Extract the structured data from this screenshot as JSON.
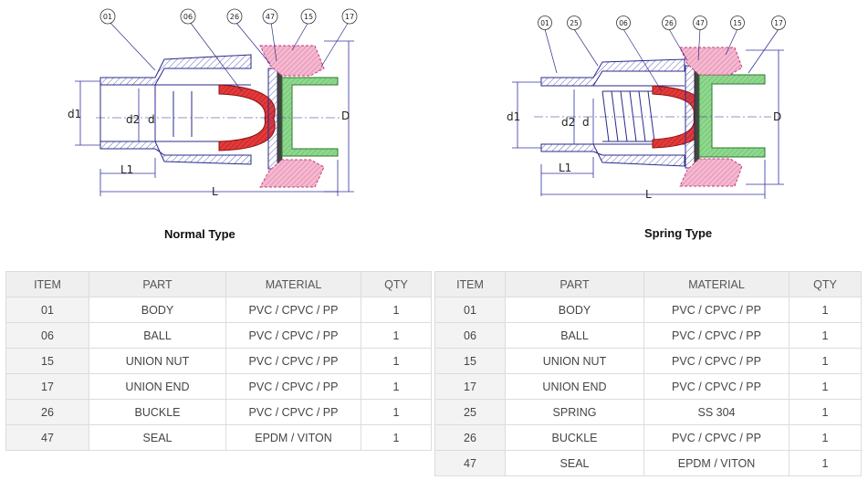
{
  "normal": {
    "caption": "Normal Type",
    "balloons": [
      "01",
      "06",
      "26",
      "47",
      "15",
      "17"
    ],
    "dims": [
      "d1",
      "d2",
      "d",
      "L1",
      "L",
      "D"
    ]
  },
  "spring": {
    "caption": "Spring Type",
    "balloons": [
      "01",
      "25",
      "06",
      "26",
      "47",
      "15",
      "17"
    ],
    "dims": [
      "d1",
      "d2",
      "d",
      "L1",
      "L",
      "D"
    ]
  },
  "table_headers": [
    "ITEM",
    "PART",
    "MATERIAL",
    "QTY"
  ],
  "normal_table": [
    [
      "01",
      "BODY",
      "PVC / CPVC / PP",
      "1"
    ],
    [
      "06",
      "BALL",
      "PVC / CPVC / PP",
      "1"
    ],
    [
      "15",
      "UNION NUT",
      "PVC / CPVC / PP",
      "1"
    ],
    [
      "17",
      "UNION END",
      "PVC / CPVC / PP",
      "1"
    ],
    [
      "26",
      "BUCKLE",
      "PVC / CPVC / PP",
      "1"
    ],
    [
      "47",
      "SEAL",
      "EPDM / VITON",
      "1"
    ]
  ],
  "spring_table": [
    [
      "01",
      "BODY",
      "PVC / CPVC / PP",
      "1"
    ],
    [
      "06",
      "BALL",
      "PVC / CPVC / PP",
      "1"
    ],
    [
      "15",
      "UNION NUT",
      "PVC / CPVC / PP",
      "1"
    ],
    [
      "17",
      "UNION END",
      "PVC / CPVC / PP",
      "1"
    ],
    [
      "25",
      "SPRING",
      "SS 304",
      "1"
    ],
    [
      "26",
      "BUCKLE",
      "PVC / CPVC / PP",
      "1"
    ],
    [
      "47",
      "SEAL",
      "EPDM / VITON",
      "1"
    ]
  ],
  "colors": {
    "body_outline": "#2a2a8c",
    "ball": "#e03030",
    "union_end": "#7dcf7d",
    "union_nut": "#f0a0c0",
    "dim": "#3030a0"
  }
}
